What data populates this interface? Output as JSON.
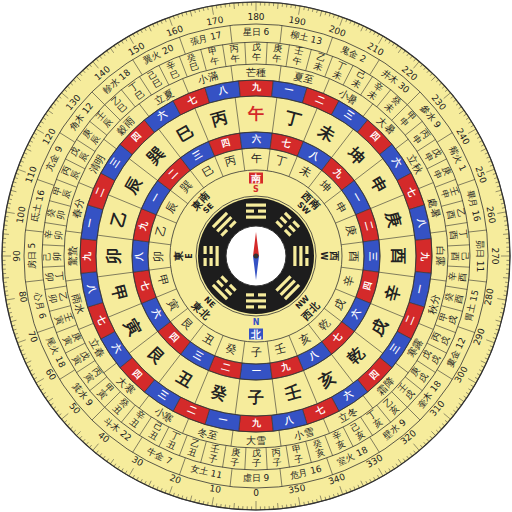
{
  "diagram": {
    "labels": [
      "0",
      "10",
      "20",
      "30",
      "40",
      "50",
      "60",
      "70",
      "80",
      "90",
      "100",
      "110",
      "120",
      "130",
      "140",
      "150",
      "160",
      "170",
      "180",
      "190",
      "200",
      "210",
      "220",
      "230",
      "240",
      "250",
      "260",
      "270",
      "280",
      "290",
      "300",
      "310",
      "320",
      "330",
      "340",
      "350",
      "虛日 9",
      "女土 11",
      "牛金 7",
      "斗木 22",
      "箕水 9",
      "尾火 18",
      "心月 6",
      "房日 5",
      "氐土 16",
      "亢金 9",
      "角木 12",
      "軫水 18",
      "翼火 20",
      "張月 17",
      "星日 6",
      "柳土 13",
      "鬼金 2",
      "井木 30",
      "參水 9",
      "觜火 1",
      "畢月 16",
      "昴日 11",
      "胃土 15",
      "婁金 12",
      "奎木 18",
      "壁水 9",
      "室火 18",
      "危月 16",
      "甲子",
      "丙子",
      "戊子",
      "庚子",
      "壬子",
      "乙丑",
      "丁丑",
      "己丑",
      "辛丑",
      "癸丑",
      "甲寅",
      "丙寅",
      "戊寅",
      "庚寅",
      "壬寅",
      "乙卯",
      "丁卯",
      "己卯",
      "辛卯",
      "癸卯",
      "甲辰",
      "丙辰",
      "戊辰",
      "庚辰",
      "壬辰",
      "乙巳",
      "丁巳",
      "己巳",
      "辛巳",
      "癸巳",
      "甲午",
      "丙午",
      "戊午",
      "庚午",
      "壬午",
      "乙未",
      "丁未",
      "己未",
      "辛未",
      "癸未",
      "甲申",
      "丙申",
      "戊申",
      "庚申",
      "壬申",
      "乙酉",
      "丁酉",
      "己酉",
      "辛酉",
      "癸酉",
      "甲戌",
      "丙戌",
      "戊戌",
      "庚戌",
      "壬戌",
      "乙亥",
      "丁亥",
      "己亥",
      "辛亥",
      "癸亥",
      "大雪",
      "冬至",
      "小寒",
      "大寒",
      "立春",
      "雨水",
      "驚蟄",
      "春分",
      "清明",
      "穀雨",
      "立夏",
      "小滿",
      "芒種",
      "夏至",
      "小暑",
      "大暑",
      "立秋",
      "處暑",
      "白露",
      "秋分",
      "寒露",
      "霜降",
      "立冬",
      "小雪",
      "九",
      "一",
      "二",
      "三",
      "四",
      "六",
      "七",
      "八",
      "九",
      "一",
      "二",
      "三",
      "四",
      "六",
      "七",
      "八",
      "九",
      "一",
      "二",
      "三",
      "四",
      "六",
      "七",
      "八",
      "九",
      "一",
      "二",
      "三",
      "四",
      "六",
      "七",
      "八",
      "子",
      "癸",
      "丑",
      "艮",
      "寅",
      "甲",
      "卯",
      "乙",
      "辰",
      "巽",
      "巳",
      "丙",
      "午",
      "丁",
      "未",
      "坤",
      "申",
      "庚",
      "酉",
      "辛",
      "戌",
      "乾",
      "亥",
      "壬",
      "一",
      "二",
      "三",
      "四",
      "六",
      "七",
      "八",
      "九",
      "一",
      "二",
      "三",
      "四",
      "六",
      "七",
      "八",
      "九",
      "一",
      "二",
      "三",
      "四",
      "六",
      "七",
      "八",
      "九",
      "子",
      "癸",
      "丑",
      "艮",
      "寅",
      "甲",
      "卯",
      "乙",
      "辰",
      "巽",
      "巳",
      "丙",
      "午",
      "丁",
      "未",
      "坤",
      "申",
      "庚",
      "酉",
      "辛",
      "戌",
      "乾",
      "亥",
      "壬",
      "北",
      "東北",
      "東",
      "東南",
      "南",
      "西南",
      "西",
      "西北",
      "N",
      "NE",
      "E",
      "SE",
      "S",
      "SW",
      "W",
      "NW"
    ]
  }
}
